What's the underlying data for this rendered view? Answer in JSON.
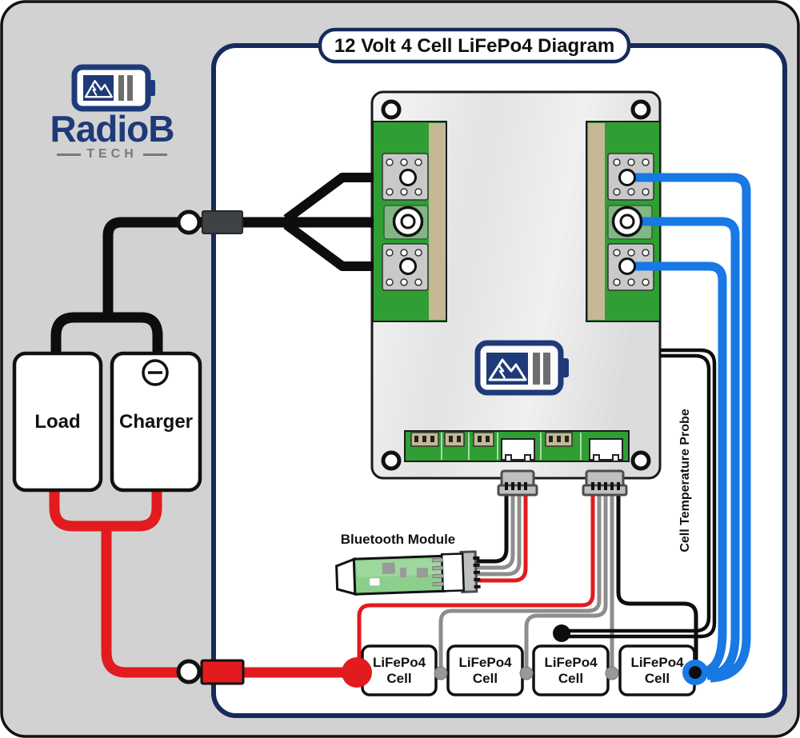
{
  "brand": {
    "name": "RadioB",
    "tagline": "TECH"
  },
  "title": "12 Volt 4 Cell LiFePo4 Diagram",
  "left_side": {
    "load": "Load",
    "charger": "Charger"
  },
  "bms": {
    "bluetooth_label": "Bluetooth Module",
    "temp_probe_label": "Cell Temperature Probe"
  },
  "cells": [
    {
      "line1": "LiFePo4",
      "line2": "Cell"
    },
    {
      "line1": "LiFePo4",
      "line2": "Cell"
    },
    {
      "line1": "LiFePo4",
      "line2": "Cell"
    },
    {
      "line1": "LiFePo4",
      "line2": "Cell"
    }
  ],
  "colors": {
    "brand_navy": "#1e3a78",
    "border_navy": "#172a5e",
    "pcb_green": "#2f9f33",
    "terminal_tan": "#c6b795",
    "wire_black": "#0d0d0d",
    "wire_red": "#e11b1e",
    "wire_blue": "#1878e4",
    "wire_gray": "#8d8d8d",
    "background": "#d2d2d2"
  }
}
